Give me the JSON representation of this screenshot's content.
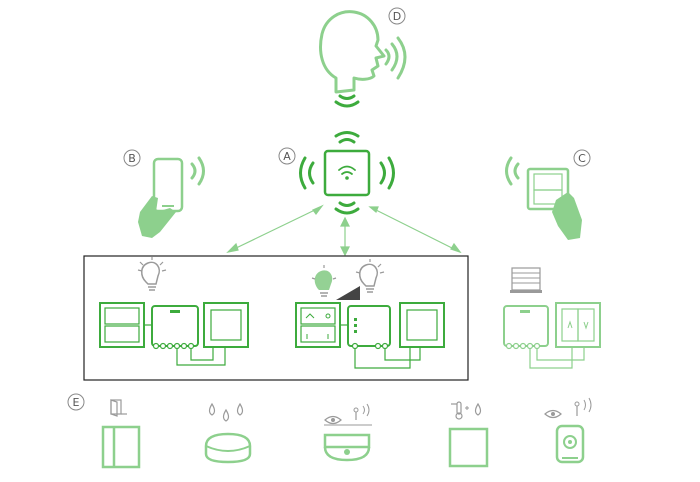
{
  "labels": {
    "a": "A",
    "b": "B",
    "c": "C",
    "d": "D",
    "e": "E"
  },
  "colors": {
    "primary_green": "#3dab3d",
    "light_green": "#8dd08d",
    "gray": "#9a9a9a",
    "frame": "#222222"
  },
  "icons": {
    "voice": "speaking-head-icon",
    "hub": "wifi-hub-icon",
    "phone": "smartphone-in-hand-icon",
    "remote": "wall-remote-in-hand-icon",
    "switch_light": "lightbulb-icon",
    "dimmer": "dimmer-lightbulb-icon",
    "blind": "blind-icon",
    "door_sensor": "door-icon",
    "water_sensor": "water-drops-icon",
    "motion_ceiling": "eye-motion-icon",
    "temp_humidity": "thermometer-drop-icon",
    "camera": "eye-camera-icon"
  }
}
